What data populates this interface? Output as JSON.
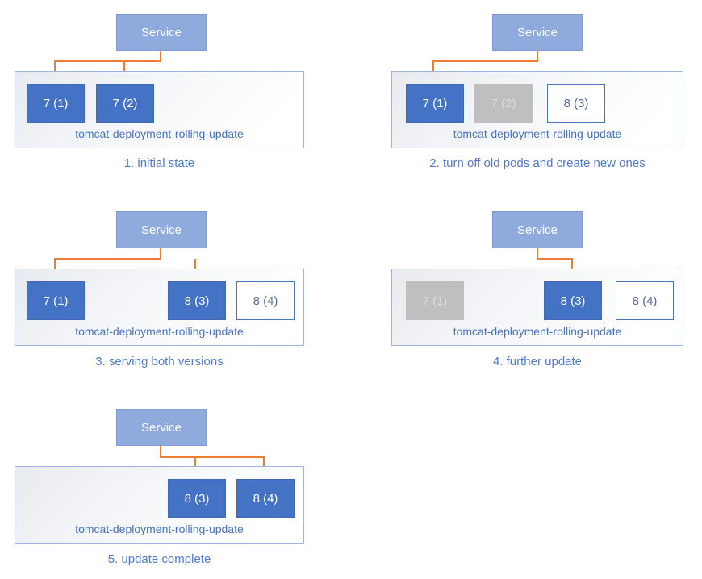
{
  "service_label": "Service",
  "deployment_label": "tomcat-deployment-rolling-update",
  "panels": [
    {
      "caption": "1. initial state",
      "pods": [
        {
          "label": "7 (1)",
          "state": "active"
        },
        {
          "label": "7 (2)",
          "state": "active"
        }
      ]
    },
    {
      "caption": "2. turn off old pods and create new ones",
      "pods": [
        {
          "label": "7 (1)",
          "state": "active"
        },
        {
          "label": "7 (2)",
          "state": "terminated"
        },
        {
          "label": "8 (3)",
          "state": "new"
        }
      ]
    },
    {
      "caption": "3. serving both versions",
      "pods": [
        {
          "label": "7 (1)",
          "state": "active"
        },
        {
          "label": "8 (3)",
          "state": "active"
        },
        {
          "label": "8 (4)",
          "state": "new"
        }
      ]
    },
    {
      "caption": "4. further update",
      "pods": [
        {
          "label": "7 (1)",
          "state": "terminated"
        },
        {
          "label": "8 (3)",
          "state": "active"
        },
        {
          "label": "8 (4)",
          "state": "new"
        }
      ]
    },
    {
      "caption": "5. update complete",
      "pods": [
        {
          "label": "8 (3)",
          "state": "active"
        },
        {
          "label": "8 (4)",
          "state": "active"
        }
      ]
    }
  ],
  "colors": {
    "service_fill": "#8faadc",
    "service_border": "#7e9cd3",
    "service_text": "#ffffff",
    "pod_active_fill": "#4472c4",
    "pod_active_border": "#3f69b5",
    "pod_active_text": "#ffffff",
    "pod_off_fill": "#bfbfbf",
    "pod_off_text": "#dbdbdb",
    "pod_new_fill": "#ffffff",
    "pod_new_border": "#4c72bf",
    "pod_new_text": "#5a6c96",
    "container_border": "#9eb3de",
    "container_grad_start": "#e8eaef",
    "label_color": "#4472c4",
    "caption_color": "#4f79cf",
    "arrow_color": "#ed7d31"
  }
}
